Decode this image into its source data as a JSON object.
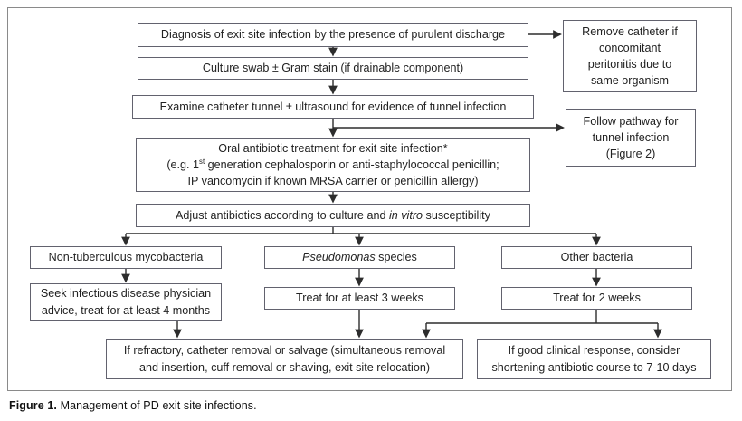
{
  "figure": {
    "caption_label": "Figure 1.",
    "caption_text": " Management of PD exit site infections."
  },
  "boxes": {
    "diagnosis": {
      "text": "Diagnosis of exit site infection by the presence of purulent discharge"
    },
    "remove_catheter": {
      "lines": [
        "Remove catheter if",
        "concomitant",
        "peritonitis due to",
        "same organism"
      ]
    },
    "culture_swab": {
      "text": "Culture swab ± Gram stain (if drainable component)"
    },
    "examine_tunnel": {
      "text": "Examine catheter tunnel ± ultrasound for evidence of tunnel infection"
    },
    "follow_pathway": {
      "lines": [
        "Follow pathway for",
        "tunnel infection",
        "(Figure 2)"
      ]
    },
    "oral_antibiotic": {
      "line1": "Oral antibiotic treatment for exit site infection*",
      "line2_pre": "(e.g. 1",
      "line2_sup": "st",
      "line2_post": " generation cephalosporin or anti-staphylococcal penicillin;",
      "line3": "IP vancomycin if known MRSA carrier or penicillin allergy)"
    },
    "adjust_antibiotics": {
      "pre": "Adjust antibiotics according to culture and ",
      "italic": "in vitro",
      "post": " susceptibility"
    },
    "ntm": {
      "text": "Non-tuberculous mycobacteria"
    },
    "pseudomonas": {
      "italic": "Pseudomonas",
      "post": " species"
    },
    "other_bacteria": {
      "text": "Other bacteria"
    },
    "seek_id": {
      "lines": [
        "Seek infectious disease physician",
        "advice, treat for at least 4 months"
      ]
    },
    "treat_3_weeks": {
      "text": "Treat for at least 3 weeks"
    },
    "treat_2_weeks": {
      "text": "Treat for 2 weeks"
    },
    "refractory": {
      "lines": [
        "If refractory, catheter removal or salvage (simultaneous removal",
        "and insertion, cuff removal or shaving, exit site relocation)"
      ]
    },
    "good_response": {
      "lines": [
        "If good clinical response, consider",
        "shortening antibiotic course to 7-10 days"
      ]
    }
  },
  "colors": {
    "box_border": "#62626e",
    "line": "#2d2d2d",
    "text": "#222222",
    "frame_border": "#8a8a8a",
    "background": "#ffffff"
  }
}
